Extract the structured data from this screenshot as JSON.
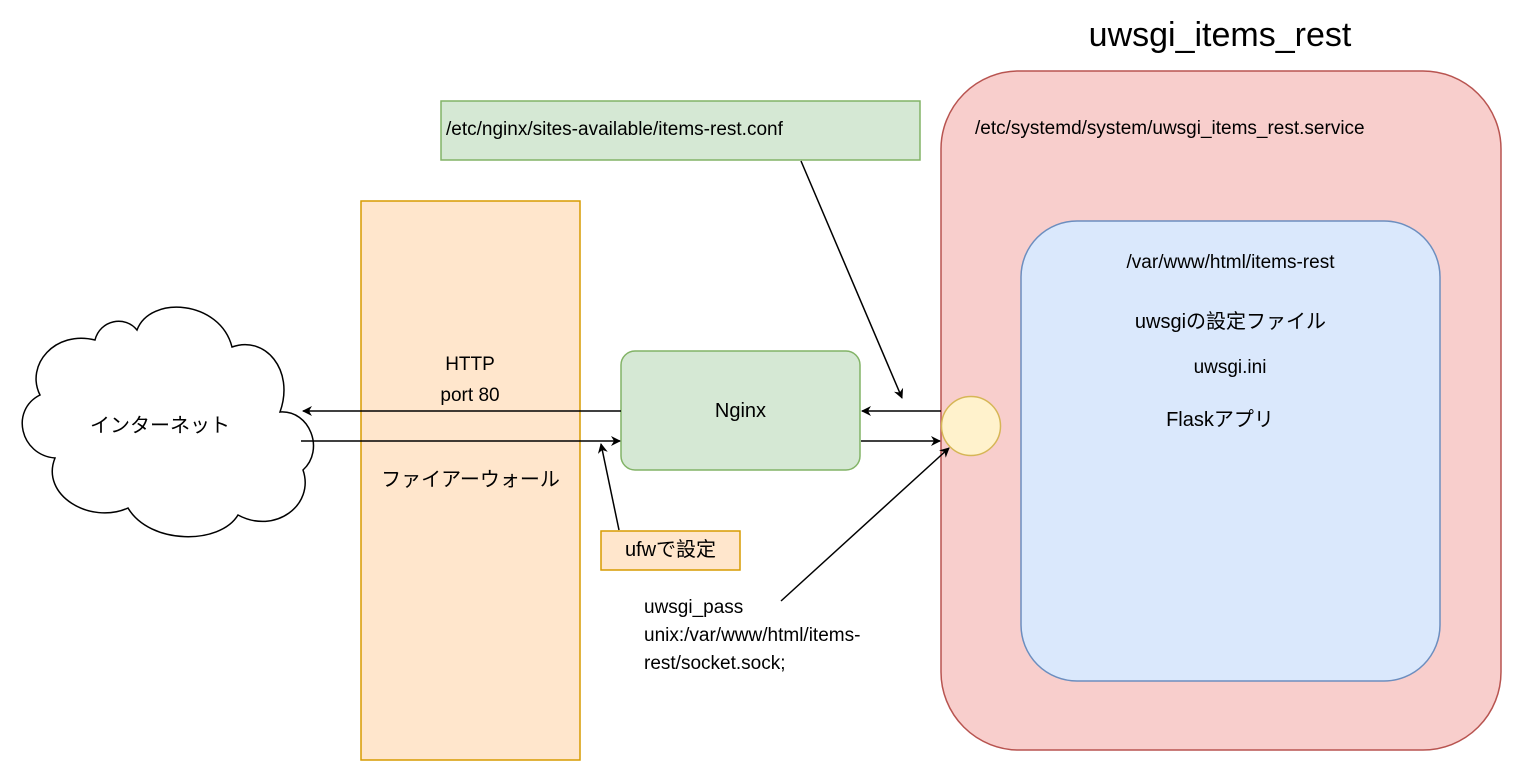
{
  "title": "uwsgi_items_rest",
  "nginx_conf_label": "/etc/nginx/sites-available/items-rest.conf",
  "service_label": "/etc/systemd/system/uwsgi_items_rest.service",
  "app_dir_label": "/var/www/html/items-rest",
  "uwsgi_config_label": "uwsgiの設定ファイル",
  "uwsgi_ini_label": "uwsgi.ini",
  "flask_app_label": "Flaskアプリ",
  "internet_label": "インターネット",
  "http_label": "HTTP",
  "port_label": "port 80",
  "firewall_label": "ファイアーウォール",
  "nginx_label": "Nginx",
  "ufw_label": "ufwで設定",
  "uwsgi_pass_lines": [
    "uwsgi_pass",
    "unix:/var/www/html/items-",
    "rest/socket.sock;"
  ],
  "colors": {
    "service_fill": "#f8cecc",
    "service_stroke": "#b85450",
    "app_fill": "#dae8fc",
    "app_stroke": "#6c8ebf",
    "green_fill": "#d5e8d4",
    "green_stroke": "#82b366",
    "orange_fill": "#ffe6cc",
    "orange_stroke": "#d79b00",
    "socket_fill": "#fff2cc",
    "socket_stroke": "#d6b656"
  }
}
